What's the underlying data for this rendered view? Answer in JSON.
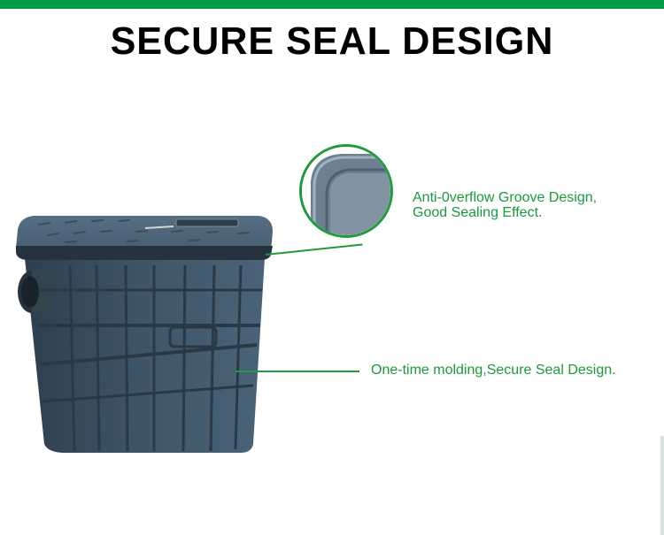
{
  "header": {
    "accent_color": "#009a44",
    "title": "SECURE SEAL DESIGN"
  },
  "product": {
    "name": "plastic inspection chamber box with lid",
    "body_color": "#3d5366"
  },
  "callouts": [
    {
      "id": "groove",
      "line1": "Anti-0verflow Groove Design,",
      "line2": "Good Sealing Effect.",
      "color": "#1a9a3a"
    },
    {
      "id": "molding",
      "text": "One-time molding,Secure Seal Design.",
      "color": "#1a9a3a"
    }
  ]
}
